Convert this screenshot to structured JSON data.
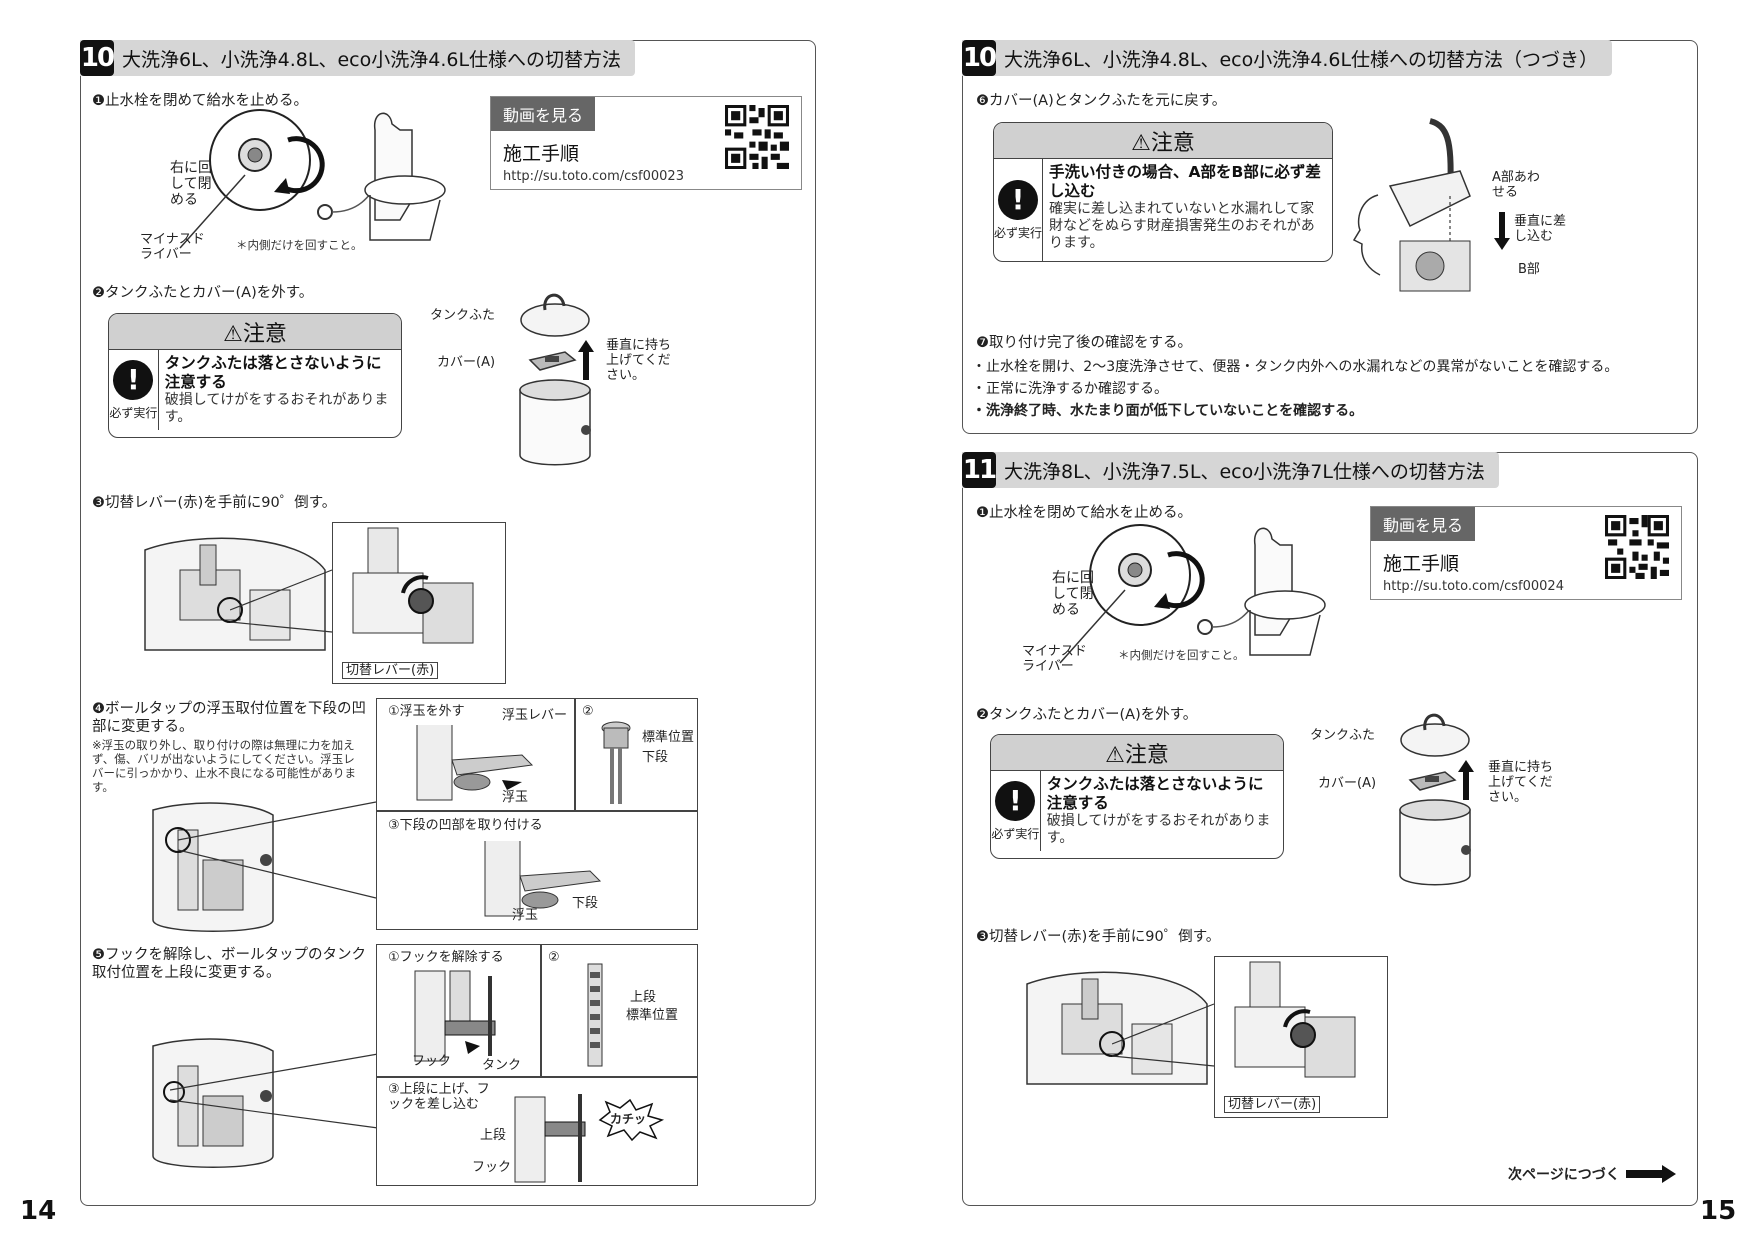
{
  "left": {
    "page_number": "14",
    "section": {
      "number": "10",
      "title": "大洗浄6L、小洗浄4.8L、eco小洗浄4.6L仕様への切替方法"
    },
    "video": {
      "tag": "動画を見る",
      "title": "施工手順",
      "url": "http://su.toto.com/csf00023"
    },
    "step1": {
      "text": "❶止水栓を閉めて給水を止める。",
      "label_turn": "右に回して閉める",
      "label_driver": "マイナスドライバー",
      "note": "＊内側だけを回すこと。"
    },
    "step2": {
      "text": "❷タンクふたとカバー(A)を外す。",
      "label_lid": "タンクふた",
      "label_cover": "カバー(A)",
      "label_lift": "垂直に持ち上げてください。"
    },
    "caution": {
      "head": "⚠注意",
      "bold": "タンクふたは落とさないように注意する",
      "normal": "破損してけがをするおそれがあります。",
      "must": "必ず実行"
    },
    "step3": {
      "text": "❸切替レバー(赤)を手前に90゜倒す。",
      "label_lever": "切替レバー(赤)"
    },
    "step4": {
      "text": "❹ボールタップの浮玉取付位置を下段の凹部に変更する。",
      "note": "※浮玉の取り外し、取り付けの際は無理に力を加えず、傷、バリが出ないようにしてください。浮玉レバーに引っかかり、止水不良になる可能性があります。",
      "sub1": "①浮玉を外す",
      "sub1_lever": "浮玉レバー",
      "sub1_float": "浮玉",
      "sub2": "②",
      "sub2_std": "標準位置",
      "sub2_low": "下段",
      "sub3": "③下段の凹部を取り付ける",
      "sub3_float": "浮玉",
      "sub3_low": "下段"
    },
    "step5": {
      "text": "❺フックを解除し、ボールタップのタンク取付位置を上段に変更する。",
      "sub1": "①フックを解除する",
      "sub1_hook": "フック",
      "sub1_tank": "タンク",
      "sub2": "②",
      "sub2_up": "上段",
      "sub2_std": "標準位置",
      "sub3": "③上段に上げ、フックを差し込む",
      "sub3_up": "上段",
      "sub3_hook": "フック",
      "sub3_click": "カチッ"
    }
  },
  "right": {
    "page_number": "15",
    "section10": {
      "number": "10",
      "title": "大洗浄6L、小洗浄4.8L、eco小洗浄4.6L仕様への切替方法（つづき）"
    },
    "step6": {
      "text": "❻カバー(A)とタンクふたを元に戻す。",
      "label_a": "A部あわせる",
      "label_push": "垂直に差し込む",
      "label_b": "B部"
    },
    "caution6": {
      "head": "⚠注意",
      "bold": "手洗い付きの場合、A部をB部に必ず差し込む",
      "normal": "確実に差し込まれていないと水漏れして家財などをぬらす財産損害発生のおそれがあります。",
      "must": "必ず実行"
    },
    "step7": {
      "text": "❼取り付け完了後の確認をする。",
      "bullets": [
        "・止水栓を開け、2〜3度洗浄させて、便器・タンク内外への水漏れなどの異常がないことを確認する。",
        "・正常に洗浄するか確認する。",
        "・洗浄終了時、水たまり面が低下していないことを確認する。"
      ]
    },
    "section11": {
      "number": "11",
      "title": "大洗浄8L、小洗浄7.5L、eco小洗浄7L仕様への切替方法"
    },
    "video": {
      "tag": "動画を見る",
      "title": "施工手順",
      "url": "http://su.toto.com/csf00024"
    },
    "step1": {
      "text": "❶止水栓を閉めて給水を止める。",
      "label_turn": "右に回して閉める",
      "label_driver": "マイナスドライバー",
      "note": "＊内側だけを回すこと。"
    },
    "step2": {
      "text": "❷タンクふたとカバー(A)を外す。",
      "label_lid": "タンクふた",
      "label_cover": "カバー(A)",
      "label_lift": "垂直に持ち上げてください。"
    },
    "caution": {
      "head": "⚠注意",
      "bold": "タンクふたは落とさないように注意する",
      "normal": "破損してけがをするおそれがあります。",
      "must": "必ず実行"
    },
    "step3": {
      "text": "❸切替レバー(赤)を手前に90゜倒す。",
      "label_lever": "切替レバー(赤)"
    },
    "next": "次ページにつづく"
  }
}
